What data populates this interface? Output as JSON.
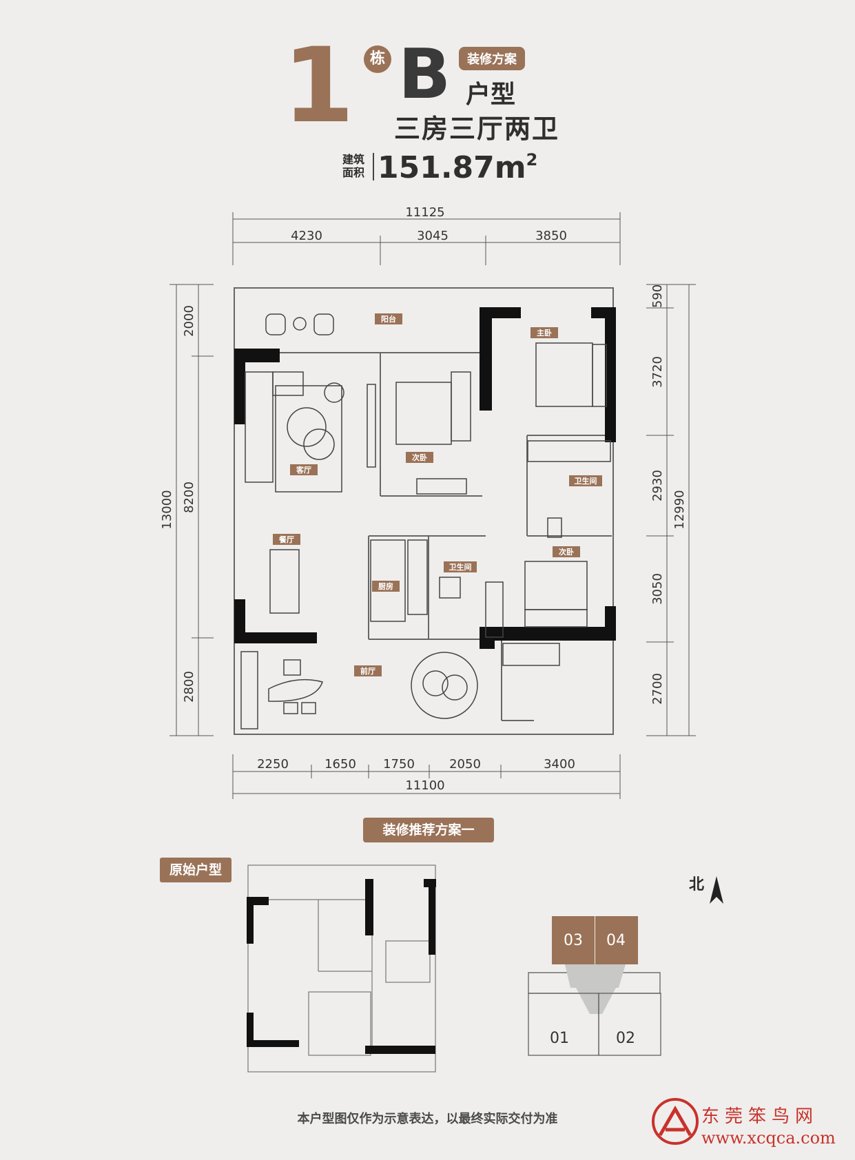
{
  "header": {
    "building_number": "1",
    "building_suffix": "栋",
    "unit_letter": "B",
    "plan_tag": "装修方案",
    "unit_type": "户型",
    "layout_desc": "三房三厅两卫",
    "area_label_1": "建筑",
    "area_label_2": "面积",
    "area_value": "151.87m",
    "area_sup": "2"
  },
  "dimensions": {
    "top_total": "11125",
    "top_segments": [
      "4230",
      "3045",
      "3850"
    ],
    "bottom_segments": [
      "2250",
      "1650",
      "1750",
      "2050",
      "3400"
    ],
    "bottom_total": "11100",
    "left_total": "13000",
    "left_segments": [
      "2000",
      "8200",
      "2800"
    ],
    "right_total": "12990",
    "right_segments": [
      "590",
      "3720",
      "2930",
      "3050",
      "2700"
    ]
  },
  "rooms": {
    "balcony": "阳台",
    "living": "客厅",
    "second_bed_1": "次卧",
    "master_bed": "主卧",
    "bathroom_1": "卫生间",
    "dining": "餐厅",
    "kitchen": "厨房",
    "bathroom_2": "卫生间",
    "second_bed_2": "次卧",
    "foyer": "前厅"
  },
  "scheme_tag": "装修推荐方案一",
  "original_tag": "原始户型",
  "north_label": "北",
  "key_plan": {
    "units": [
      "03",
      "04",
      "01",
      "02"
    ],
    "highlight_color": "#9a7257"
  },
  "disclaimer": "本户型图仅作为示意表达，以最终实际交付为准",
  "brand": {
    "name": "东莞笨鸟网",
    "url": "www.xcqca.com",
    "color": "#c8322b"
  },
  "accent_color": "#9a7257"
}
